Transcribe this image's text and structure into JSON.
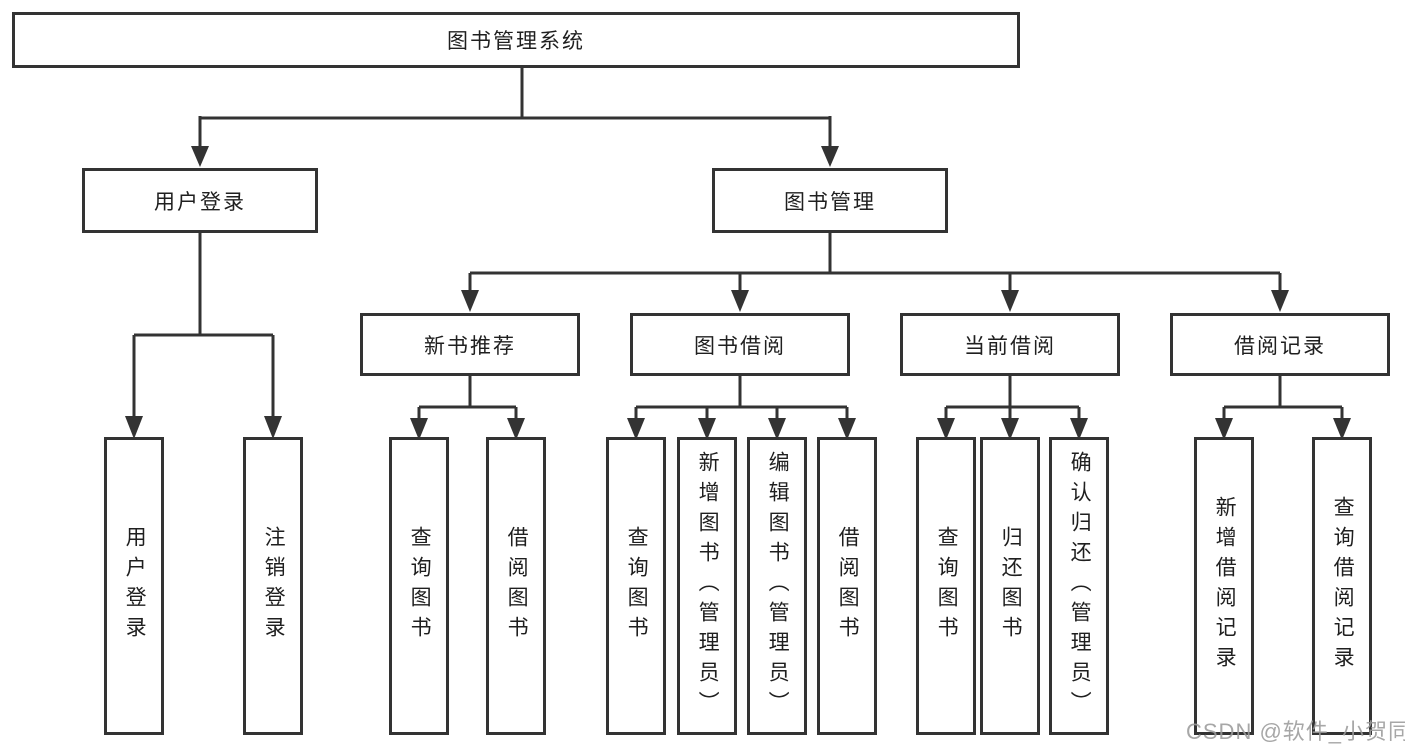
{
  "colors": {
    "background": "#ffffff",
    "line": "#333333",
    "box_border": "#333333",
    "text": "#1f1f1f",
    "watermark": "#9c9c9c"
  },
  "diagram": {
    "root": {
      "label": "图书管理系统"
    },
    "user_login": {
      "label": "用户登录",
      "children": [
        {
          "label": "用户登录"
        },
        {
          "label": "注销登录"
        }
      ]
    },
    "book_mgmt": {
      "label": "图书管理",
      "groups": [
        {
          "label": "新书推荐",
          "children": [
            {
              "label": "查询图书"
            },
            {
              "label": "借阅图书"
            }
          ]
        },
        {
          "label": "图书借阅",
          "children": [
            {
              "label": "查询图书"
            },
            {
              "label": "新增图书（管理员）"
            },
            {
              "label": "编辑图书（管理员）"
            },
            {
              "label": "借阅图书"
            }
          ]
        },
        {
          "label": "当前借阅",
          "children": [
            {
              "label": "查询图书"
            },
            {
              "label": "归还图书"
            },
            {
              "label": "确认归还（管理员）"
            }
          ]
        },
        {
          "label": "借阅记录",
          "children": [
            {
              "label": "新增借阅记录"
            },
            {
              "label": "查询借阅记录"
            }
          ]
        }
      ]
    }
  },
  "watermark": {
    "text": "CSDN @软件_小贺同学"
  }
}
